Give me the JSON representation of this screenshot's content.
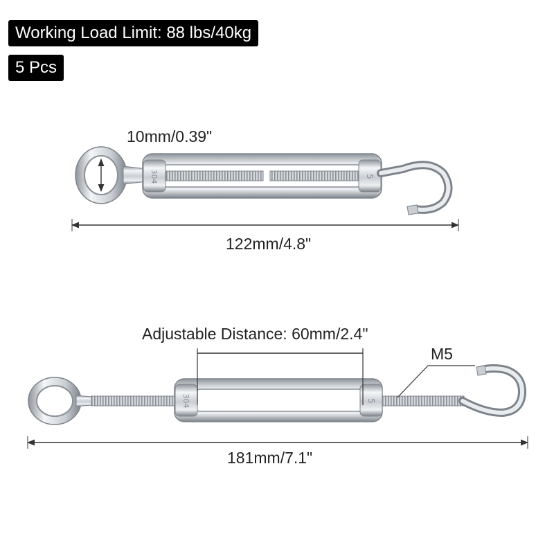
{
  "badges": {
    "working_load": "Working Load Limit: 88 lbs/40kg",
    "quantity": "5 Pcs"
  },
  "dimensions": {
    "eye_diameter": "10mm/0.39\"",
    "short_length": "122mm/4.8\"",
    "adjustable_distance": "Adjustable Distance: 60mm/2.4\"",
    "thread_size": "M5",
    "long_length": "181mm/7.1\""
  },
  "body_markings": {
    "material": "304",
    "size": "5"
  },
  "colors": {
    "badge_background": "#000000",
    "badge_text": "#ffffff",
    "steel_light": "#f2f4f6",
    "steel_mid": "#c4c9ce",
    "steel_dark": "#7d838a",
    "dimension_line": "#333333"
  }
}
